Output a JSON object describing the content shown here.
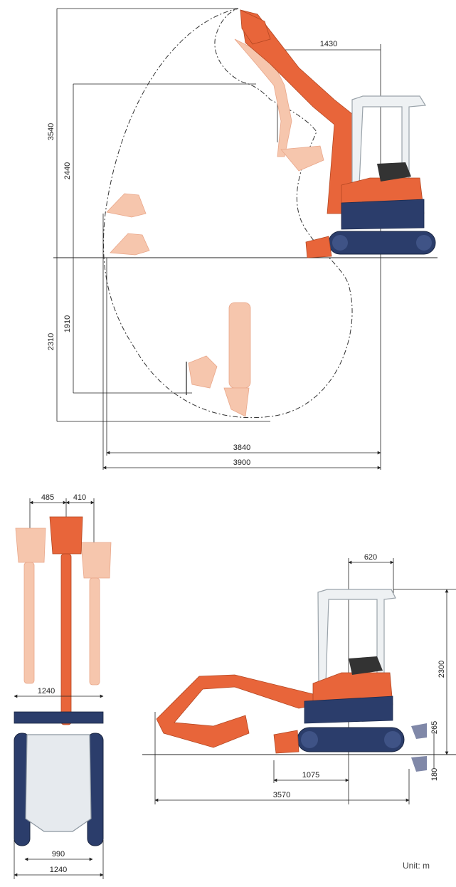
{
  "dimensions": {
    "side_view_digging": {
      "max_digging_height": "3540",
      "max_dumping_height": "2440",
      "max_digging_depth": "2310",
      "max_vertical_wall_digging_depth": "1910",
      "min_swing_radius": "1430",
      "max_digging_reach_ground": "3840",
      "max_digging_reach": "3900"
    },
    "front_view": {
      "boom_offset_left": "485",
      "boom_offset_right": "410",
      "blade_width_top": "1240",
      "track_gauge": "990",
      "overall_width": "1240"
    },
    "side_view_transport": {
      "tail_swing": "620",
      "overall_height": "2300",
      "blade_lift_height": "265",
      "blade_lower_depth": "180",
      "track_length_to_center": "1075",
      "overall_length": "3570"
    }
  },
  "unit_note": "Unit: m",
  "colors": {
    "boom_orange": "#e8653a",
    "boom_pale": "#f6c6ad",
    "undercarriage_navy": "#2b3d6b",
    "cab_frame": "#cfd6dc",
    "line": "#222222"
  }
}
